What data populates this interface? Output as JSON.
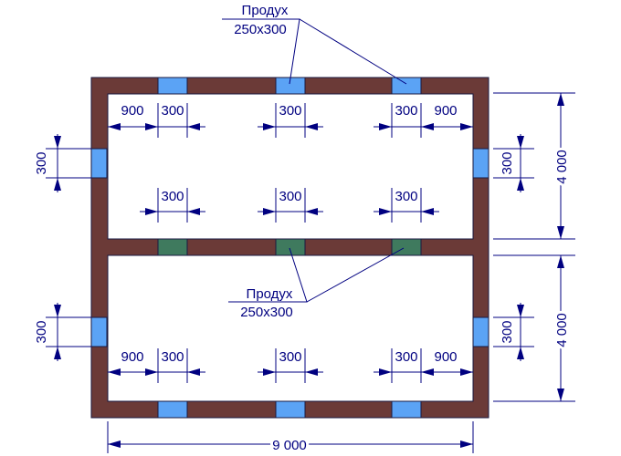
{
  "labels": {
    "vent_title": "Продух",
    "vent_size": "250x300",
    "overall_width": "9 000",
    "room_depth_top": "4 000",
    "room_depth_bottom": "4 000",
    "edge_offset": "900",
    "vent_width": "300"
  },
  "colors": {
    "wall": "#6b3a37",
    "vent_outer": "#5ba3f5",
    "vent_inner": "#3f7a5e",
    "dimension": "#000080"
  }
}
